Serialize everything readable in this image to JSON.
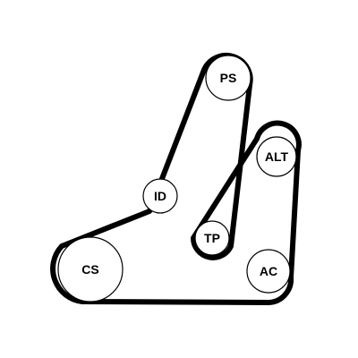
{
  "pulleys": {
    "ps": "PS",
    "alt": "ALT",
    "id": "ID",
    "tp": "TP",
    "cs": "CS",
    "ac": "AC"
  },
  "colors": {
    "belt": "#000000",
    "background": "#ffffff"
  }
}
